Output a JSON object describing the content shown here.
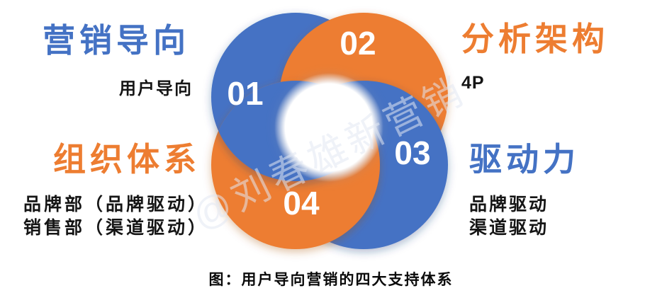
{
  "colors": {
    "blue": "#4472C4",
    "orange": "#ED7D31",
    "ink": "#151515",
    "background": "#FFFFFF",
    "number_text": "#FFFFFF"
  },
  "quadrants": {
    "top_left": {
      "title": "营销导向",
      "title_color": "#4472C4",
      "lines": [
        "用户导向"
      ]
    },
    "top_right": {
      "title": "分析架构",
      "title_color": "#ED7D31",
      "lines": [
        "4P"
      ]
    },
    "bottom_left": {
      "title": "组织体系",
      "title_color": "#ED7D31",
      "lines": [
        "品牌部（品牌驱动）",
        "销售部（渠道驱动）"
      ]
    },
    "bottom_right": {
      "title": "驱动力",
      "title_color": "#4472C4",
      "lines": [
        "品牌驱动",
        "渠道驱动"
      ]
    }
  },
  "cycle": {
    "segments": [
      {
        "number": "01",
        "color": "#4472C4",
        "position": "top-left"
      },
      {
        "number": "02",
        "color": "#ED7D31",
        "position": "top-right"
      },
      {
        "number": "03",
        "color": "#4472C4",
        "position": "bottom-right"
      },
      {
        "number": "04",
        "color": "#ED7D31",
        "position": "bottom-left"
      }
    ]
  },
  "watermark": "@刘春雄新营销",
  "caption": "图：用户导向营销的四大支持体系"
}
